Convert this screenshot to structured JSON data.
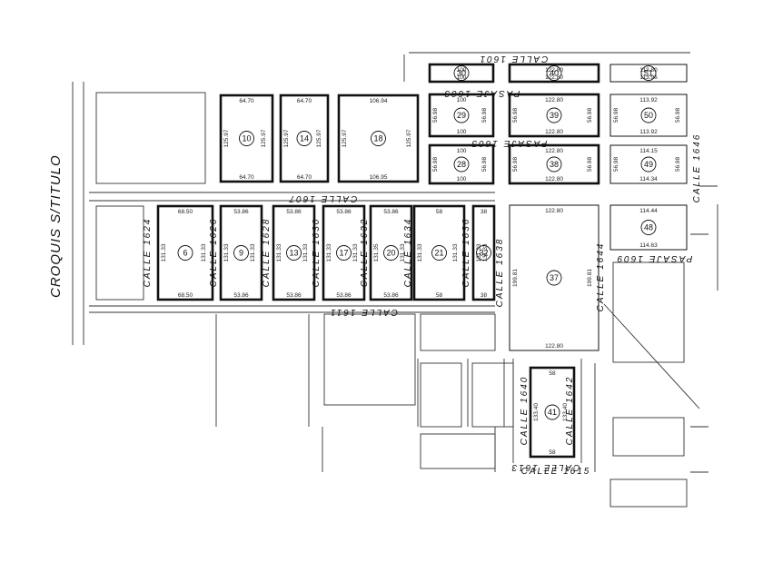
{
  "title": "CROQUIS S/TITULO",
  "streets": {
    "calle_1601": "CALLE 1601",
    "pasaje_1603": "PASAJE 1603",
    "pasaje_1605": "PASAJE 1605",
    "calle_1607": "CALLE 1607",
    "pasaje_1609": "PASAJE 1609",
    "calle_1611": "CALLE 1611",
    "calle_1613": "CALLE 1613",
    "calle_1615": "CALLE 1615",
    "calle_1624": "CALLE 1624",
    "calle_1626": "CALLE 1626",
    "calle_1628": "CALLE 1628",
    "calle_1630": "CALLE 1630",
    "calle_1632": "CALLE 1632",
    "calle_1634": "CALLE 1634",
    "calle_1636": "CALLE 1636",
    "calle_1638": "CALLE 1638",
    "calle_1640": "CALLE 1640",
    "calle_1642": "CALLE 1642",
    "calle_1644": "CALLE 1644",
    "calle_1646": "CALLE 1646"
  },
  "lots": [
    {
      "id": "6",
      "dims": [
        "68.50",
        "131.33",
        "131.33",
        "68.50"
      ]
    },
    {
      "id": "9",
      "dims": [
        "53.86",
        "131.33",
        "131.33",
        "53.86"
      ]
    },
    {
      "id": "10",
      "dims": [
        "64.70",
        "125.97",
        "125.97",
        "64.70"
      ]
    },
    {
      "id": "13",
      "dims": [
        "53.86",
        "131.33",
        "131.33",
        "53.86"
      ]
    },
    {
      "id": "14",
      "dims": [
        "64.70",
        "125.97",
        "125.97",
        "64.70"
      ]
    },
    {
      "id": "17",
      "dims": [
        "53.86",
        "131.33",
        "131.33",
        "53.86"
      ]
    },
    {
      "id": "18",
      "dims": [
        "106.94",
        "125.97",
        "125.97",
        "106.95"
      ]
    },
    {
      "id": "20",
      "dims": [
        "53.86",
        "131.35",
        "131.33",
        "53.86"
      ]
    },
    {
      "id": "21",
      "dims": [
        "58",
        "131.33",
        "131.33",
        "58"
      ]
    },
    {
      "id": "28",
      "dims": [
        "100",
        "56.98",
        "56.98",
        "100"
      ]
    },
    {
      "id": "29",
      "dims": [
        "100",
        "56.98",
        "56.98",
        "100"
      ]
    },
    {
      "id": "30",
      "dims": [
        "100",
        "",
        "",
        "100"
      ]
    },
    {
      "id": "32",
      "dims": [
        "38",
        "131.33",
        "131.33",
        "38"
      ]
    },
    {
      "id": "37",
      "dims": [
        "122.80",
        "199.81",
        "199.81",
        "122.80"
      ]
    },
    {
      "id": "38",
      "dims": [
        "122.80",
        "56.98",
        "56.98",
        "122.80"
      ]
    },
    {
      "id": "39",
      "dims": [
        "122.80",
        "56.98",
        "56.98",
        "122.80"
      ]
    },
    {
      "id": "40",
      "dims": [
        "122.80",
        "",
        "",
        "122.80"
      ]
    },
    {
      "id": "41",
      "dims": [
        "58",
        "133.40",
        "133.40",
        "58"
      ]
    },
    {
      "id": "48",
      "dims": [
        "114.44",
        "",
        "",
        "114.63"
      ]
    },
    {
      "id": "49",
      "dims": [
        "114.15",
        "56.98",
        "56.98",
        "114.34"
      ]
    },
    {
      "id": "50",
      "dims": [
        "113.92",
        "56.98",
        "56.98",
        "113.92"
      ]
    },
    {
      "id": "51",
      "dims": [
        "113.80",
        "",
        "",
        "113.96"
      ]
    }
  ]
}
